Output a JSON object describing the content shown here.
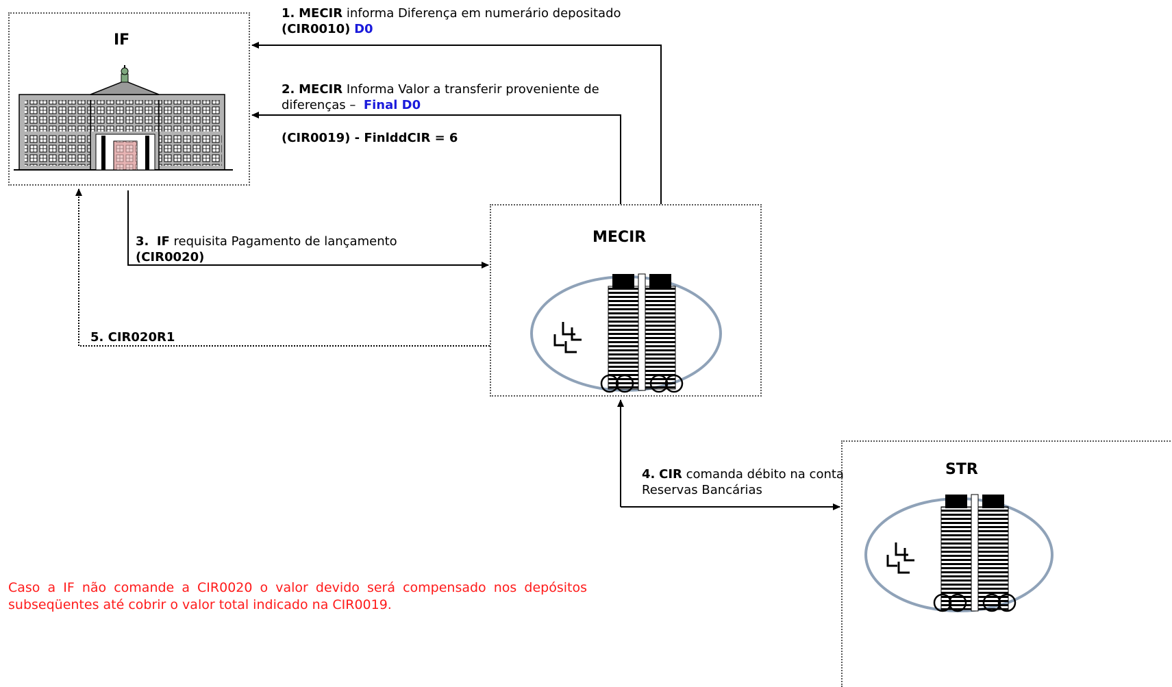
{
  "nodes": {
    "if": {
      "title": "IF"
    },
    "mecir": {
      "title": "MECIR"
    },
    "str": {
      "title": "STR"
    }
  },
  "messages": {
    "m1": {
      "num": "1.",
      "actor": "MECIR",
      "text": " informa Diferença em numerário depositado",
      "code": "(CIR0010)",
      "tag": "D0"
    },
    "m2": {
      "num": "2.",
      "actor": "MECIR",
      "text": " Informa Valor a transferir proveniente de",
      "text2": "diferenças – ",
      "tag": "Final D0",
      "code": "(CIR0019) - FinlddCIR = 6"
    },
    "m3": {
      "num": "3.",
      "actor": "IF",
      "text": " requisita Pagamento de lançamento",
      "code": "(CIR0020)"
    },
    "m4": {
      "num": "4.",
      "actor": "CIR",
      "text": " comanda débito na conta",
      "text2": "Reservas Bancárias"
    },
    "m5": {
      "label": "5. CIR020R1"
    }
  },
  "note": {
    "line1": "Caso a IF não comande a CIR0020 o valor devido será compensado nos depósitos",
    "line2": "subseqüentes até cobrir o valor total indicado na CIR0019."
  },
  "colors": {
    "blue": "#1a1adb",
    "red": "#ff1a1a",
    "border": "#555555"
  },
  "icons": [
    "building-icon",
    "tower-logo-icon"
  ]
}
